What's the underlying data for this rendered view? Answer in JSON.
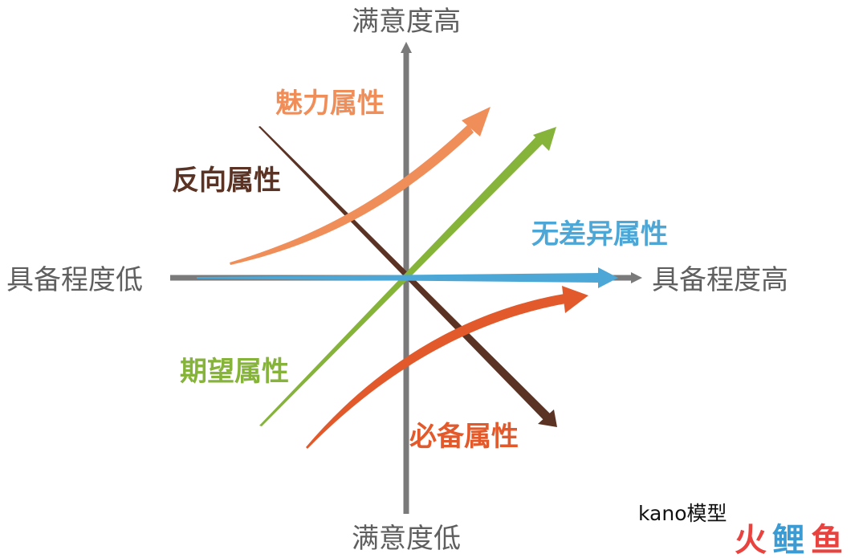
{
  "axes": {
    "y_top": "满意度高",
    "y_bottom": "满意度低",
    "x_left": "具备程度低",
    "x_right": "具备程度高"
  },
  "curves": {
    "attractive": {
      "label": "魅力属性",
      "color": "#f08e5a"
    },
    "reverse": {
      "label": "反向属性",
      "color": "#5a3324"
    },
    "indifferent": {
      "label": "无差异属性",
      "color": "#4da7d6"
    },
    "performance": {
      "label": "期望属性",
      "color": "#86b43a"
    },
    "must_be": {
      "label": "必备属性",
      "color": "#e25a2c"
    }
  },
  "axis_color": "#7a7a7a",
  "caption": "kano模型",
  "watermark": {
    "chars": [
      "火",
      "鲤",
      "鱼"
    ],
    "colors": [
      "#e8433f",
      "#3d9bd4",
      "#e8433f"
    ]
  }
}
